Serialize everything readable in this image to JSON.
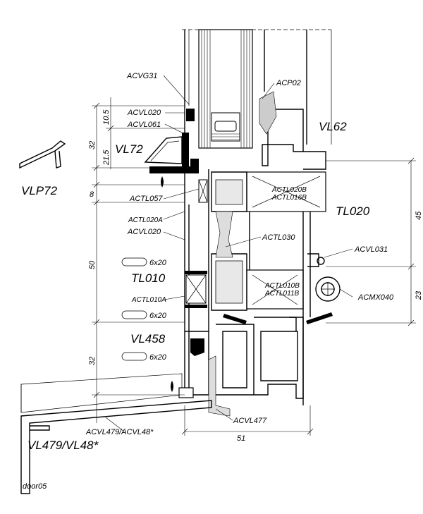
{
  "labels": {
    "acvg31": "ACVG31",
    "acp02": "ACP02",
    "acvl020_top": "ACVL020",
    "acvl061": "ACVL061",
    "vl62": "VL62",
    "vl72": "VL72",
    "vlp72": "VLP72",
    "actl020b": "ACTL020B",
    "actl016b": "ACTL016B",
    "actl057": "ACTL057",
    "tl020": "TL020",
    "actl020a": "ACTL020A",
    "acvl020_mid": "ACVL020",
    "actl030": "ACTL030",
    "acvl031": "ACVL031",
    "tl010": "TL010",
    "actl010b": "ACTL010B",
    "actl011b": "ACTL011B",
    "acmx040": "ACMX040",
    "actl010a": "ACTL010A",
    "vl458": "VL458",
    "acvl477": "ACVL477",
    "acvl479": "ACVL479/ACVL48*",
    "vl479": "VL479/VL48*",
    "slot1": "6x20",
    "slot2": "6x20",
    "slot3": "6x20",
    "drawing_id": "door05"
  },
  "dimensions": {
    "d10_5": "10.5",
    "d21_5": "21.5",
    "d32_top": "32",
    "d8": "8",
    "d50": "50",
    "d32_bottom": "32",
    "d45": "45",
    "d23": "23",
    "d51": "51"
  }
}
